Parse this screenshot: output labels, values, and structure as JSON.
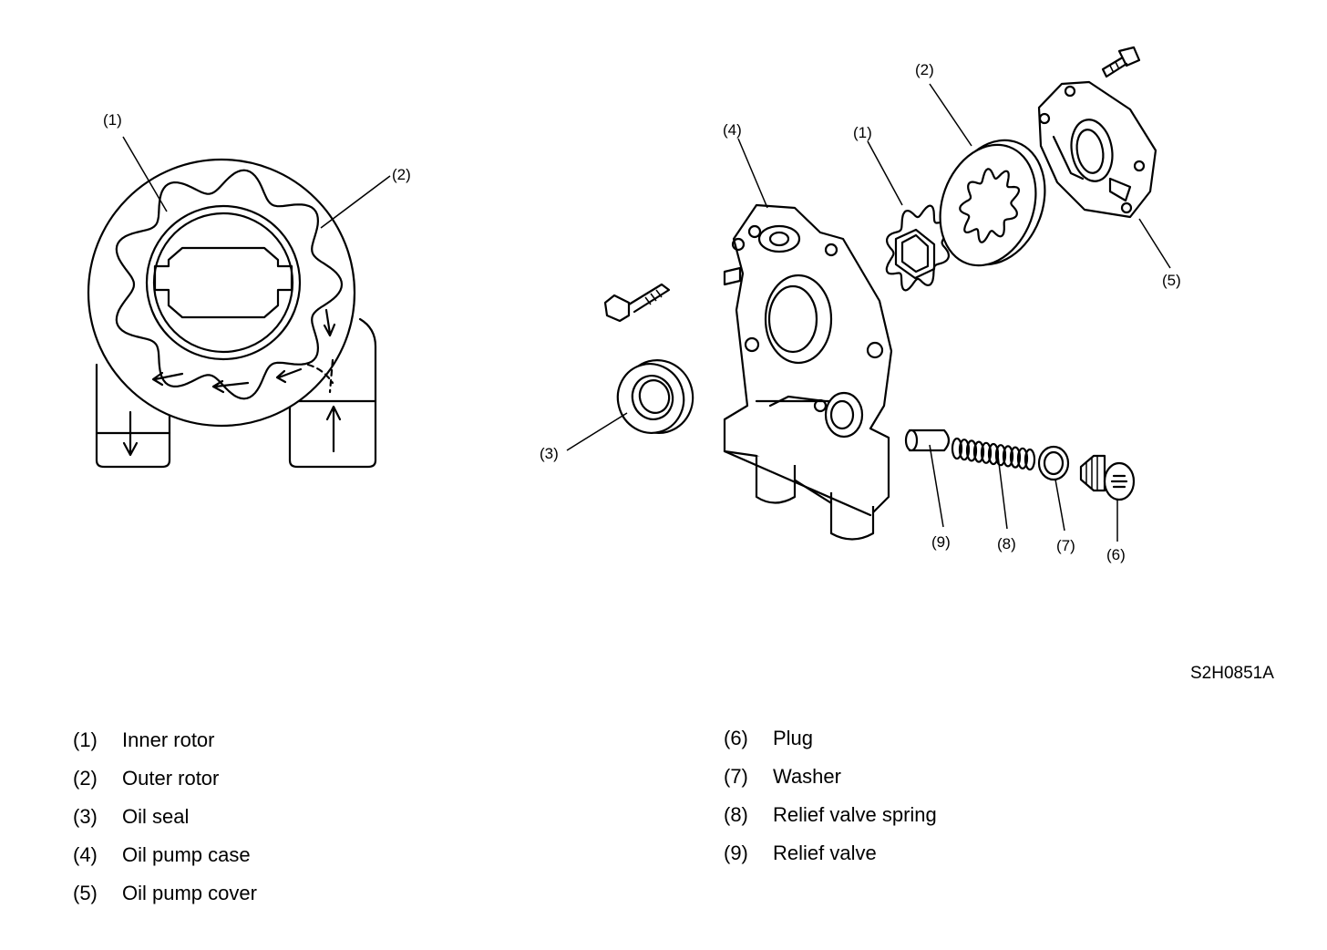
{
  "diagram": {
    "callouts": {
      "rotor_inner": "(1)",
      "rotor_outer": "(2)",
      "oil_seal": "(3)",
      "pump_case": "(4)",
      "inner_rotor": "(1)",
      "outer_rotor": "(2)",
      "pump_cover": "(5)",
      "plug": "(6)",
      "washer": "(7)",
      "spring": "(8)",
      "relief_valve": "(9)"
    },
    "figure_code": "S2H0851A"
  },
  "legend": {
    "left": [
      {
        "num": "(1)",
        "label": "Inner rotor"
      },
      {
        "num": "(2)",
        "label": "Outer rotor"
      },
      {
        "num": "(3)",
        "label": "Oil seal"
      },
      {
        "num": "(4)",
        "label": "Oil pump case"
      },
      {
        "num": "(5)",
        "label": "Oil pump cover"
      }
    ],
    "right": [
      {
        "num": "(6)",
        "label": "Plug"
      },
      {
        "num": "(7)",
        "label": "Washer"
      },
      {
        "num": "(8)",
        "label": "Relief valve spring"
      },
      {
        "num": "(9)",
        "label": "Relief valve"
      }
    ]
  }
}
